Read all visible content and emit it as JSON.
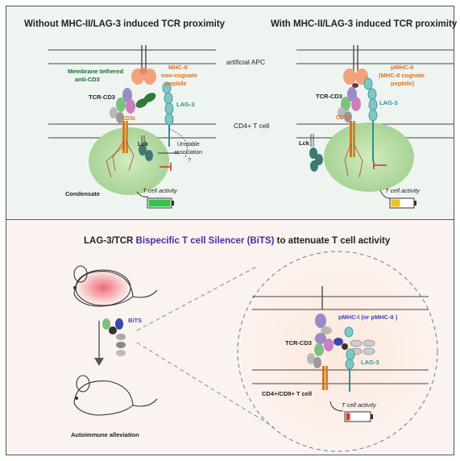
{
  "top": {
    "left_title": "Without MHC-II/LAG-3 induced TCR proximity",
    "right_title": "With MHC-II/LAG-3 induced TCR proximity",
    "artificial_apc": "artificial APC",
    "cd4_t_cell": "CD4+ T cell",
    "left": {
      "membrane_tethered": "Membrane tethered",
      "anti_cd3": "anti-CD3",
      "mhc_ii": "MHC-II",
      "non_cognate": "non-cognate",
      "peptide": "peptide",
      "tcr_cd3": "TCR-CD3",
      "cd3e": "CD3ε",
      "lag3": "LAG-3",
      "lck": "Lck",
      "unstable": "Unstable",
      "association": "association",
      "question": "?",
      "condensate": "Condensate",
      "t_cell_activity": "T cell activity"
    },
    "right": {
      "pmhc_ii": "pMHC-II",
      "mhc_ii_cognate": "(MHC-II cognate",
      "peptide": "peptide)",
      "tcr_cd3": "TCR-CD3",
      "cd3e": "CD3ε",
      "lag3": "LAG-3",
      "lck": "Lck",
      "t_cell_activity": "T cell activity"
    }
  },
  "bottom": {
    "title_pre": "LAG-3/TCR ",
    "title_highlight": "Bispecific T cell Silencer (BiTS)",
    "title_post": " to attenuate T cell activity",
    "bits": "BiTS",
    "autoimmune": "Autoimmune alleviation",
    "pmhc_i": "pMHC-I (or pMHC-II )",
    "tcr_cd3": "TCR-CD3",
    "lag3": "LAG-3",
    "cd4_cd8": "CD4+/CD8+ T cell",
    "t_cell_activity": "T cell activity"
  },
  "colors": {
    "top_bg": "#eef5f1",
    "bottom_bg": "#fbf3ef",
    "highlight": "#4b2aa0",
    "orange": "#d9731f",
    "teal": "#2f8f94",
    "battery_full": "#35c24a",
    "battery_mid": "#f2c21c",
    "battery_low": "#d33b2c"
  }
}
